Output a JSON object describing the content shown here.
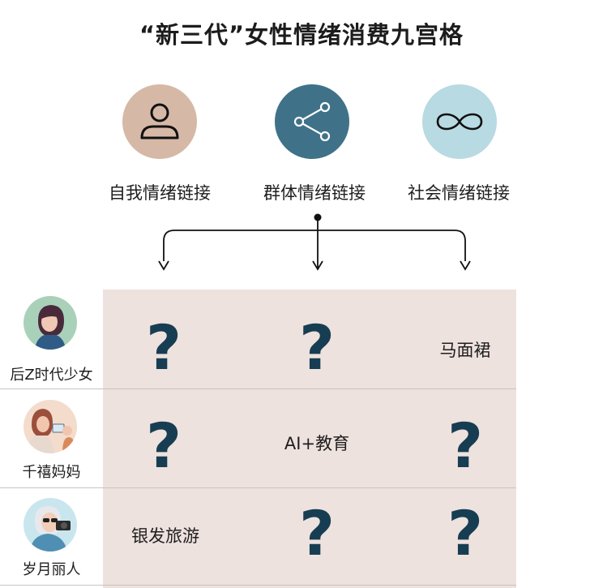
{
  "title": "“新三代”女性情绪消费九宫格",
  "connections": [
    {
      "label": "自我情绪链接",
      "icon": "person-icon",
      "color": "#d6b8a6"
    },
    {
      "label": "群体情绪链接",
      "icon": "share-icon",
      "color": "#3f7288"
    },
    {
      "label": "社会情绪链接",
      "icon": "infinity-icon",
      "color": "#b8dae2"
    }
  ],
  "rows": [
    {
      "label": "后Z时代少女",
      "avatar": "girl-avatar",
      "cells": [
        "?",
        "?",
        "马面裙"
      ]
    },
    {
      "label": "千禧妈妈",
      "avatar": "mother-child-avatar",
      "cells": [
        "?",
        "AI+教育",
        "?"
      ]
    },
    {
      "label": "岁月丽人",
      "avatar": "senior-woman-camera-avatar",
      "cells": [
        "银发旅游",
        "?",
        "?"
      ]
    }
  ],
  "colors": {
    "grid_background": "#eee2de",
    "question_mark": "#173d52",
    "divider": "#c9c3c1"
  }
}
